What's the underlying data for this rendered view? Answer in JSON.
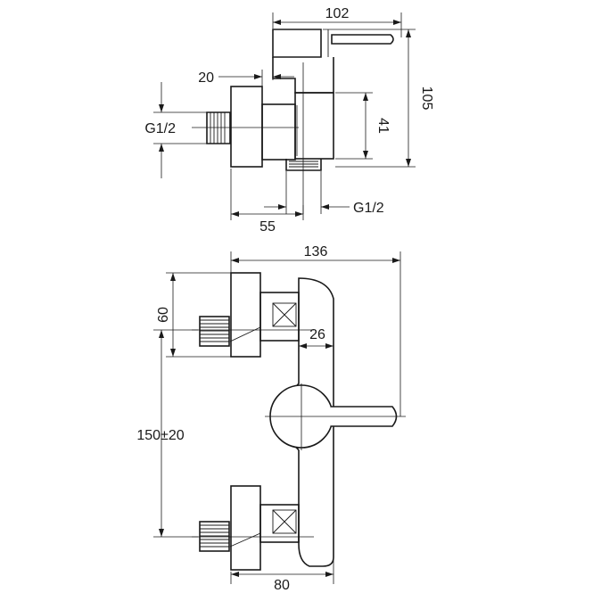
{
  "drawing": {
    "labels": {
      "top_width": "102",
      "top_height": "105",
      "top_offset": "20",
      "top_body_height": "41",
      "top_depth": "55",
      "top_inlet_left": "G1/2",
      "top_outlet_bottom": "G1/2",
      "front_width": "136",
      "front_inlet_height": "60",
      "front_body_offset": "26",
      "front_spacing": "150±20",
      "front_base_width": "80"
    }
  }
}
